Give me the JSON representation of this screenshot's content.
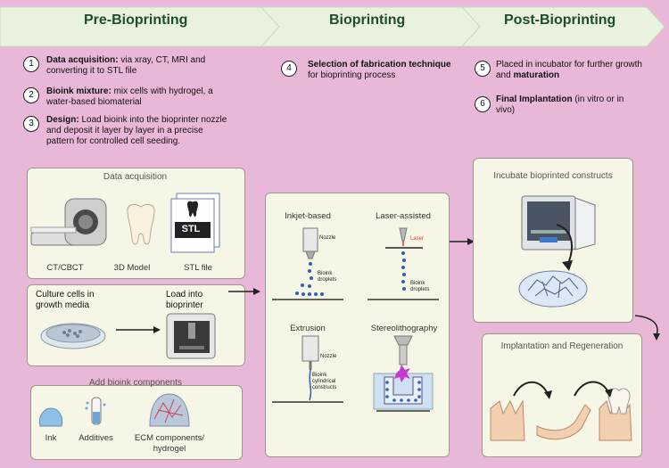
{
  "stages": {
    "pre": "Pre-Bioprinting",
    "bio": "Bioprinting",
    "post": "Post-Bioprinting"
  },
  "steps": [
    {
      "num": "1",
      "bold": "Data acquisition:",
      "text": " via xray, CT, MRI and converting it to STL file"
    },
    {
      "num": "2",
      "bold": "Bioink mixture:",
      "text": " mix cells with hydrogel, a water-based biomaterial"
    },
    {
      "num": "3",
      "bold": "Design:",
      "text": " Load bioink into the bioprinter nozzle and deposit it layer by layer in a precise pattern for controlled cell seeding."
    },
    {
      "num": "4",
      "bold": "Selection of fabrication technique",
      "text": " for bioprinting process"
    },
    {
      "num": "5",
      "pre": "Placed in incubator for further growth and ",
      "bold": "maturation"
    },
    {
      "num": "6",
      "bold": "Final Implantation",
      "text": " (in vitro or in vivo)"
    }
  ],
  "panels": {
    "data_acq": {
      "title": "Data acquisition",
      "captions": [
        "CT/CBCT",
        "3D Model",
        "STL file"
      ],
      "stl": "STL"
    },
    "culture": {
      "left": "Culture cells in growth media",
      "right": "Load into bioprinter"
    },
    "bioink": {
      "title": "Add bioink components",
      "captions": [
        "Ink",
        "Additives",
        "ECM components/ hydrogel"
      ]
    },
    "techniques": {
      "inkjet": "Inkjet-based",
      "laser": "Laser-assisted",
      "extrusion": "Extrusion",
      "stereo": "Stereolithography",
      "nozzle": "Nozzle",
      "bioink_droplets": "Bioink droplets",
      "laser_label": "Laser",
      "bioink_droplets2": "Bioink droplets",
      "nozzle2": "Nozzle",
      "bioink_cyl": "Bioink cylindrical constructs"
    },
    "incubate": {
      "title": "Incubate bioprinted constructs"
    },
    "implant": {
      "title": "Implantation and Regeneration"
    }
  },
  "colors": {
    "background": "#e9b8d8",
    "stage_fill": "#e8f2df",
    "stage_text": "#1d4d2a",
    "panel": "#f6f6e6",
    "droplet": "#2f5fb8"
  }
}
